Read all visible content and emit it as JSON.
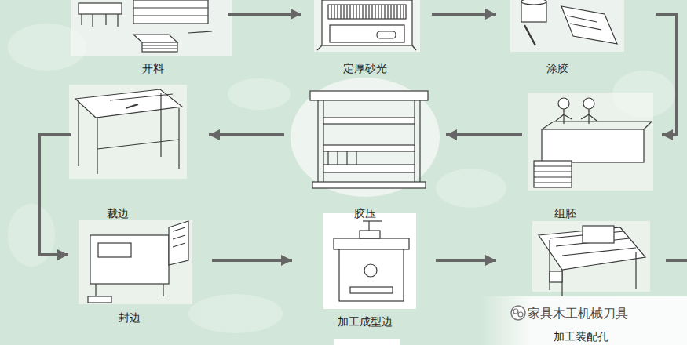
{
  "diagram": {
    "nodes": [
      {
        "text": [
          "开料"
        ]
      },
      {
        "text": [
          "定厚砂光"
        ]
      },
      {
        "text": [
          "涂胶"
        ]
      },
      {
        "text": [
          "裁边"
        ]
      },
      {
        "text": [
          "胶压"
        ]
      },
      {
        "text": [
          "组胚"
        ]
      },
      {
        "text": [
          "封边"
        ]
      },
      {
        "text": [
          "加工成型边"
        ]
      },
      {
        "text": [
          "加工装配孔"
        ]
      }
    ],
    "edges": [
      {
        "from": 0,
        "to": 1,
        "arrow": "to"
      },
      {
        "from": 1,
        "to": 2,
        "arrow": "to"
      },
      {
        "from": 2,
        "to": 5,
        "arrow": "to"
      },
      {
        "from": 5,
        "to": 4,
        "arrow": "to"
      },
      {
        "from": 4,
        "to": 3,
        "arrow": "to"
      },
      {
        "from": 3,
        "to": 6,
        "arrow": "to"
      },
      {
        "from": 6,
        "to": 7,
        "arrow": "to"
      },
      {
        "from": 7,
        "to": 8,
        "arrow": "to"
      }
    ],
    "labels": [
      "家具木工机械刀具"
    ]
  }
}
